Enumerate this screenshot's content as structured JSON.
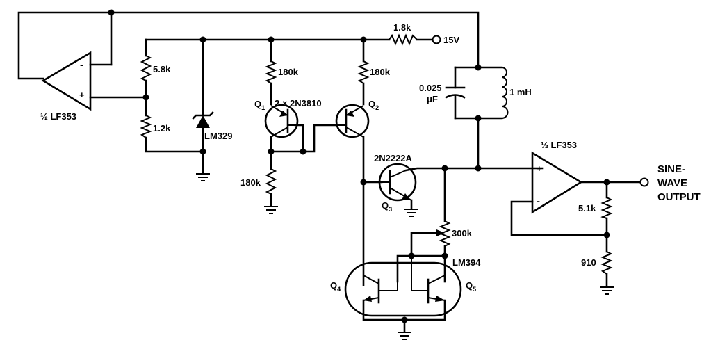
{
  "labels": {
    "opamp1": "½ LF353",
    "opamp2": "½ LF353",
    "r_5_8k": "5.8k",
    "r_1_2k": "1.2k",
    "zener": "LM329",
    "r_180k_q1": "180k",
    "r_180k_q2": "180k",
    "r_180k_bottom": "180k",
    "r_1_8k": "1.8k",
    "supply": "15V",
    "pair": "2 × 2N3810",
    "q1": "Q",
    "q1_sub": "1",
    "q2": "Q",
    "q2_sub": "2",
    "cap_value": "0.025",
    "cap_unit": "μF",
    "inductor": "1 mH",
    "q3_part": "2N2222A",
    "q3": "Q",
    "q3_sub": "3",
    "pot": "300k",
    "lm394": "LM394",
    "q4": "Q",
    "q4_sub": "4",
    "q5": "Q",
    "q5_sub": "5",
    "r_5_1k": "5.1k",
    "r_910": "910",
    "output_line1": "SINE-",
    "output_line2": "WAVE",
    "output_line3": "OUTPUT",
    "minus": "-",
    "plus": "+"
  }
}
